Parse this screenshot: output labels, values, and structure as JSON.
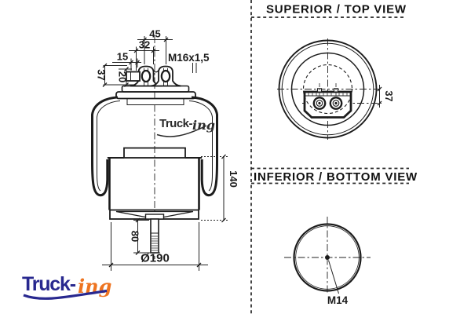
{
  "colors": {
    "ink": "#1c1c1c",
    "dim": "#222222",
    "navy": "#28288f",
    "orange": "#ee7420"
  },
  "side_view": {
    "dim_45": "45",
    "dim_32": "32",
    "dim_15": "15",
    "dim_37": "37",
    "dim_20": "20",
    "thread_label": "M16x1,5",
    "dim_140": "140",
    "dim_80": "80",
    "dim_diameter": "Ø190",
    "watermark": {
      "part1": "Truck-",
      "part2": "ing"
    }
  },
  "top_view": {
    "title": "SUPERIOR / TOP VIEW",
    "dim_37": "37"
  },
  "bottom_view": {
    "title": "INFERIOR / BOTTOM VIEW",
    "thread_label": "M14"
  },
  "logo": {
    "part1": "Truck-",
    "part2": "ing"
  }
}
